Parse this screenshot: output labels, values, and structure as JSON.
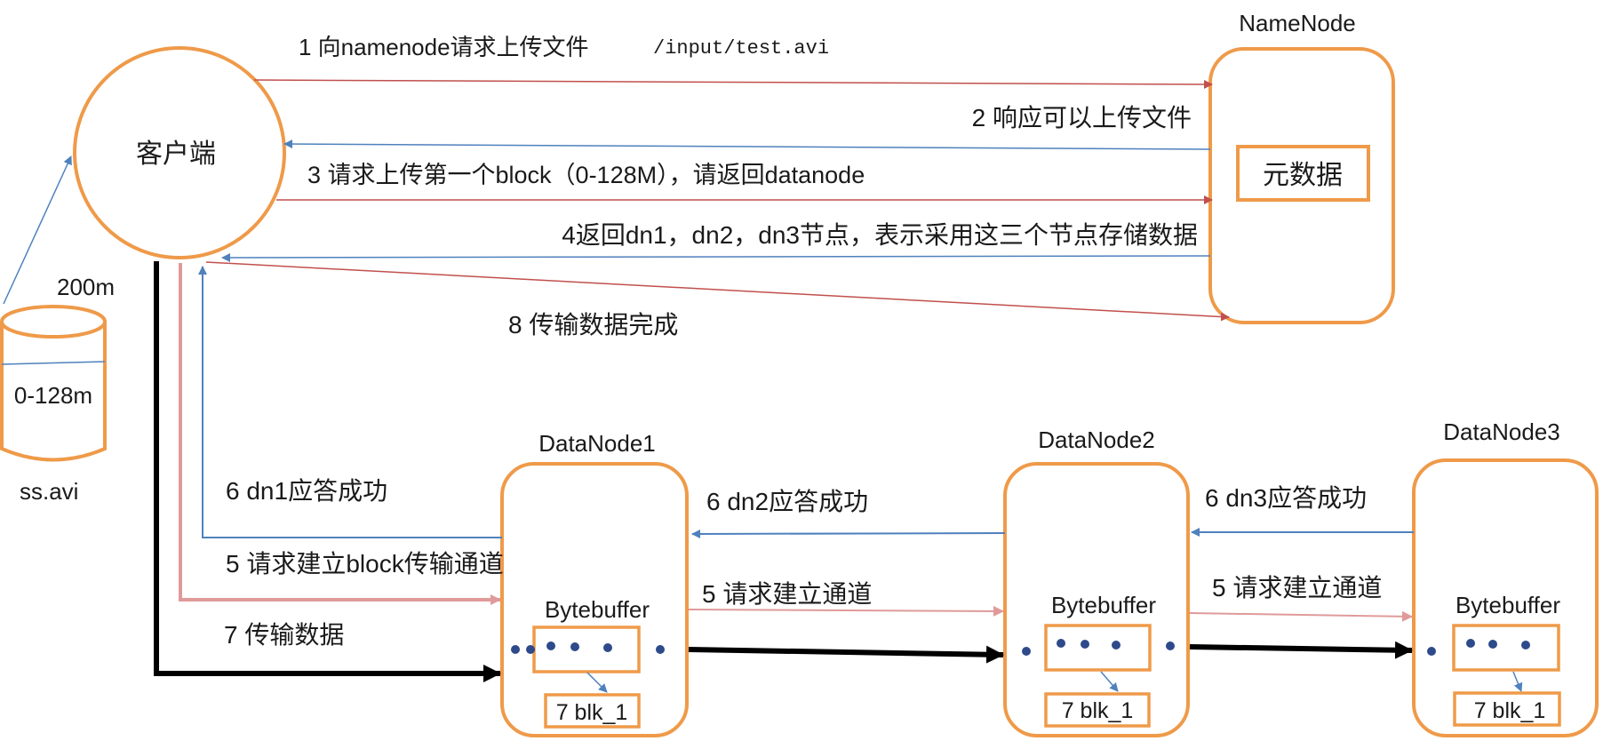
{
  "colors": {
    "orange": "#ef9a49",
    "red": "#c0504d",
    "blue": "#4f81bd",
    "pink": "#e09a9a",
    "black": "#000000",
    "dot": "#2e4a8a"
  },
  "client": {
    "label": "客户端"
  },
  "file": {
    "size": "200m",
    "block": "0-128m",
    "name": "ss.avi"
  },
  "namenode": {
    "title": "NameNode",
    "meta": "元数据"
  },
  "steps": {
    "s1_prefix": "1 向namenode请求上传文件",
    "s1_path": "/input/test.avi",
    "s2": "2 响应可以上传文件",
    "s3": "3 请求上传第一个block（0-128M），请返回datanode",
    "s4": "4返回dn1，dn2，dn3节点，表示采用这三个节点存储数据",
    "s8": "8 传输数据完成",
    "s6_dn1": "6 dn1应答成功",
    "s5_client": "5 请求建立block传输通道",
    "s7": "7 传输数据",
    "s6_dn2": "6 dn2应答成功",
    "s5_dn12": "5 请求建立通道",
    "s6_dn3": "6 dn3应答成功",
    "s5_dn23": "5 请求建立通道"
  },
  "datanodes": [
    {
      "title": "DataNode1",
      "buffer": "Bytebuffer",
      "block": "7 blk_1"
    },
    {
      "title": "DataNode2",
      "buffer": "Bytebuffer",
      "block": "7 blk_1"
    },
    {
      "title": "DataNode3",
      "buffer": "Bytebuffer",
      "block": "7 blk_1"
    }
  ]
}
